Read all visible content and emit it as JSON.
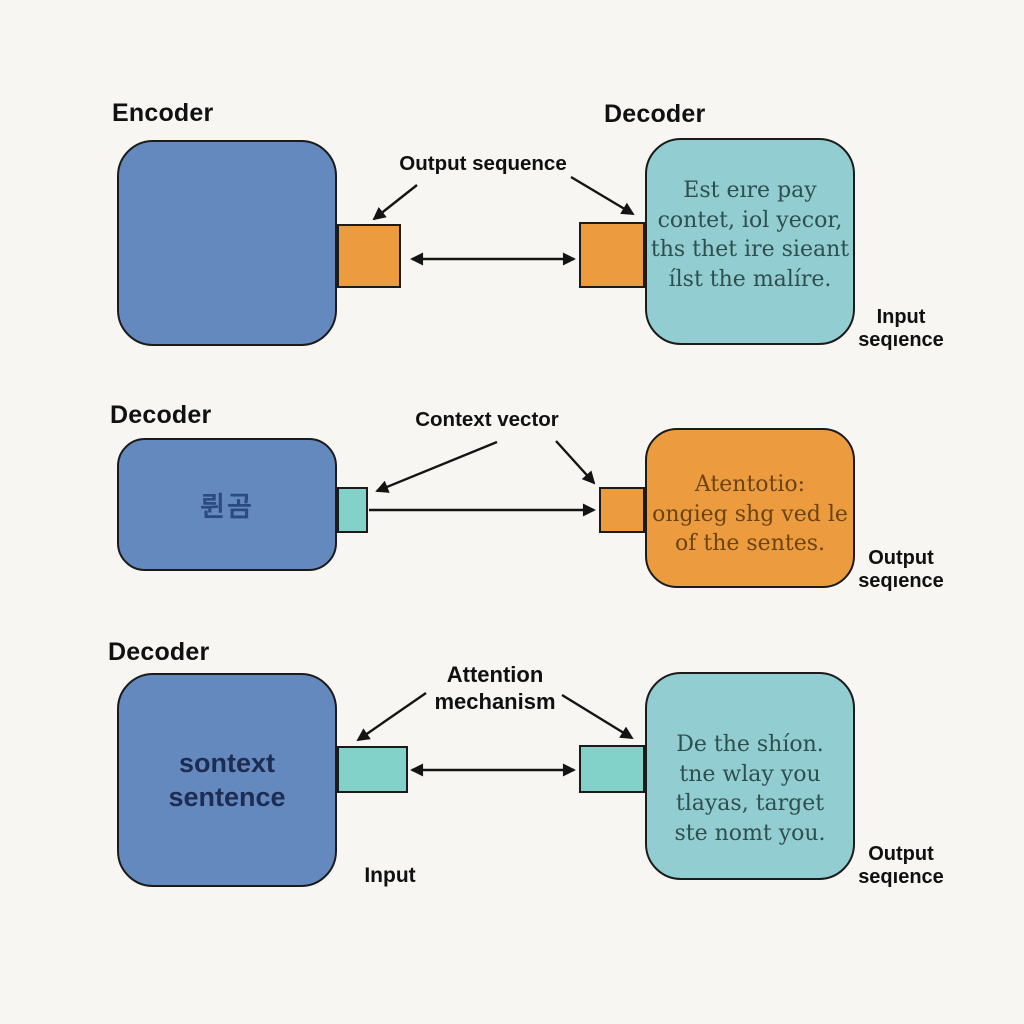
{
  "colors": {
    "background": "#f7f6f2",
    "blue_box": "#6489bf",
    "orange_box": "#ec9b3e",
    "teal_box": "#92cdd1",
    "teal_connector": "#82d2c9",
    "outline": "#1b1b1b"
  },
  "row1": {
    "encoder_label": "Encoder",
    "decoder_label": "Decoder",
    "center_label": "Output sequence",
    "decoder_box_lines": [
      "Est eıre pay",
      "contet, iol yecor,",
      "ths thet ire sieant",
      "ílst the malíre."
    ],
    "side_label_line1": "Input",
    "side_label_line2": "seqıence"
  },
  "row2": {
    "decoder_label": "Decoder",
    "center_label": "Context vector",
    "blue_box_text": "륀곰",
    "orange_box_lines": [
      "Atentotio:",
      "ongieg shg ved le",
      "of the sentes."
    ],
    "side_label_line1": "Output",
    "side_label_line2": "seqıence"
  },
  "row3": {
    "decoder_label": "Decoder",
    "center_label_line1": "Attention",
    "center_label_line2": "mechanism",
    "blue_box_lines": [
      "sontext",
      "sentence"
    ],
    "teal_box_lines": [
      "De the shíon.",
      "tne wlay you",
      "tlayas, target",
      "ste nomt you."
    ],
    "input_label": "Input",
    "side_label_line1": "Output",
    "side_label_line2": "seqıence"
  }
}
